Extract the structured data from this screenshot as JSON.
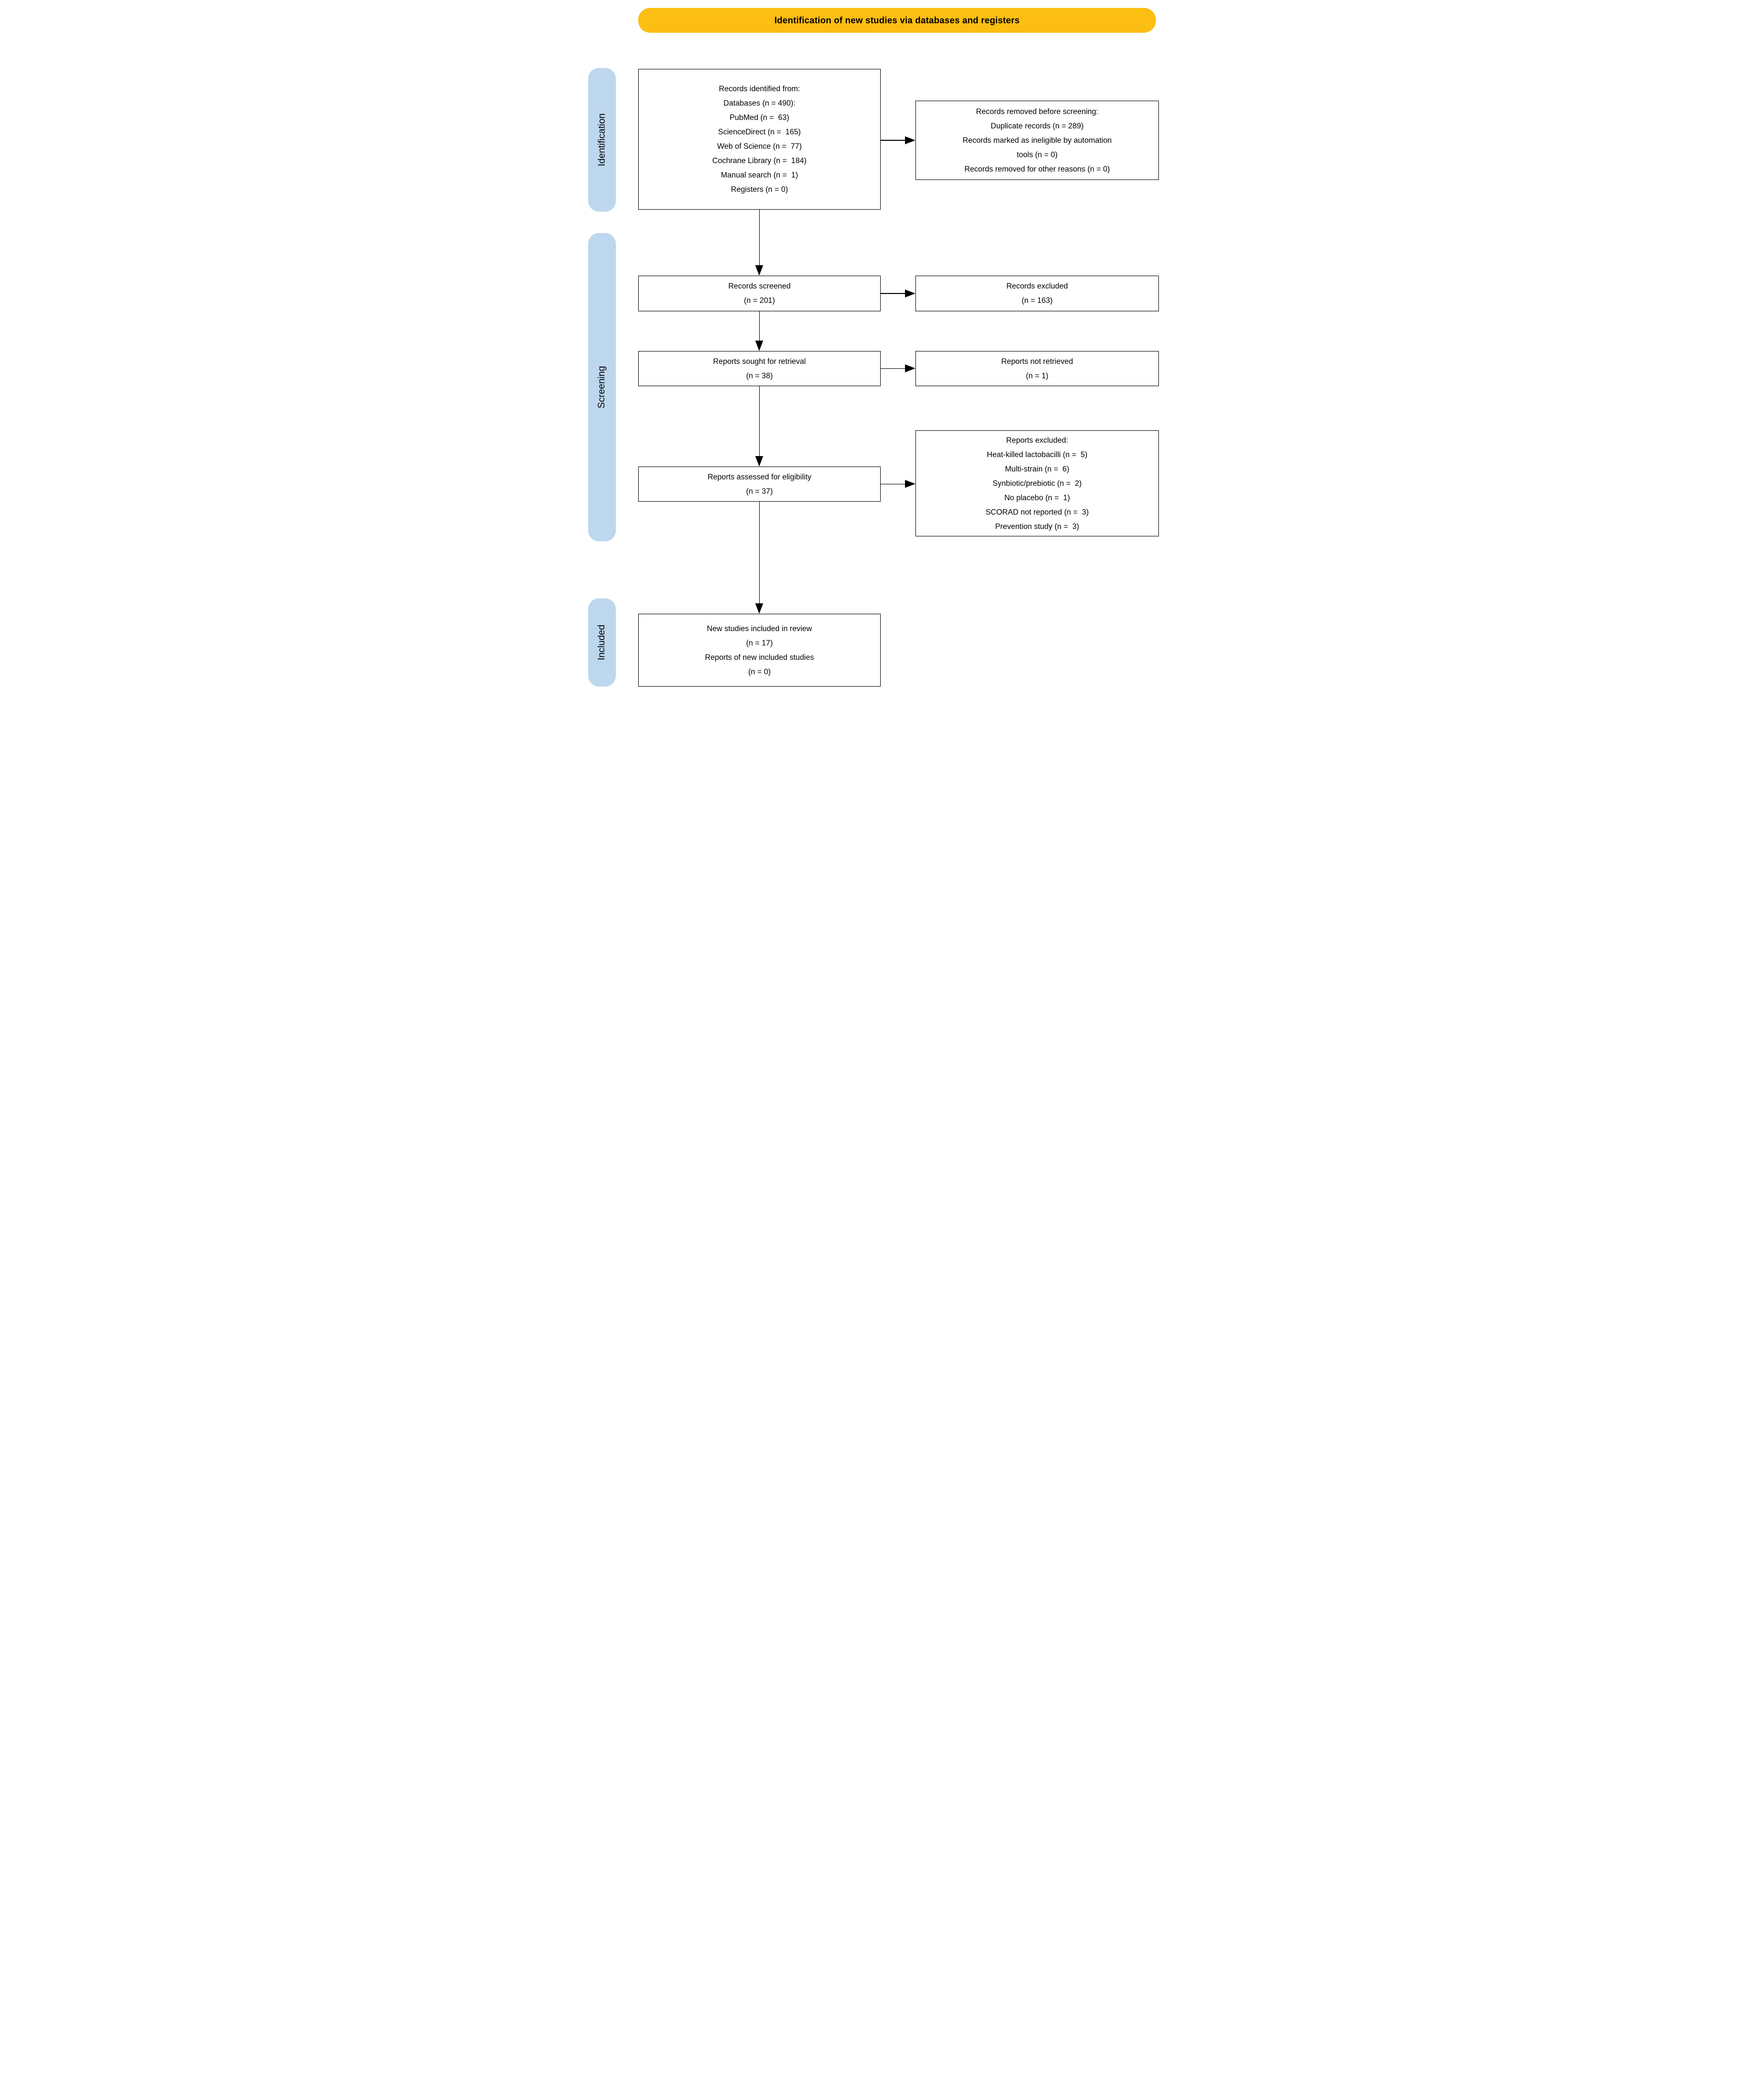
{
  "banner": {
    "label": "Identification of new studies via databases and registers",
    "bg": "#FCBE12"
  },
  "sidebar": {
    "bg": "#BDD7EE",
    "stages": [
      {
        "id": "identification",
        "label": "Identification"
      },
      {
        "id": "screening",
        "label": "Screening"
      },
      {
        "id": "included",
        "label": "Included"
      }
    ]
  },
  "flow": {
    "records_identified": {
      "lines": [
        "Records identified from:",
        "Databases (n = 490):",
        "PubMed (n =  63)",
        "ScienceDirect (n =  165)",
        "Web of Science (n =  77)",
        "Cochrane Library (n =  184)",
        "Manual search (n =  1)",
        "Registers (n = 0)"
      ]
    },
    "records_removed": {
      "lines": [
        "Records removed before screening:",
        "Duplicate records (n = 289)",
        "Records marked as ineligible by automation",
        "tools (n = 0)",
        "Records removed for other reasons (n = 0)"
      ]
    },
    "records_screened": {
      "lines": [
        "Records screened",
        "(n = 201)"
      ]
    },
    "records_excluded": {
      "lines": [
        "Records excluded",
        "(n = 163)"
      ]
    },
    "reports_sought": {
      "lines": [
        "Reports sought for retrieval",
        "(n = 38)"
      ]
    },
    "reports_not_retrieved": {
      "lines": [
        "Reports not retrieved",
        "(n = 1)"
      ]
    },
    "reports_assessed": {
      "lines": [
        "Reports assessed for eligibility",
        "(n = 37)"
      ]
    },
    "reports_excluded": {
      "lines": [
        "Reports excluded:",
        "Heat-killed lactobacilli (n =  5)",
        "Multi-strain (n =  6)",
        "Synbiotic/prebiotic (n =  2)",
        "No placebo (n =  1)",
        "SCORAD not reported (n =  3)",
        "Prevention study (n =  3)"
      ]
    },
    "new_studies_included": {
      "lines": [
        "New studies included in review",
        "(n = 17)",
        "Reports of new included studies",
        "(n = 0)"
      ]
    }
  },
  "colors": {
    "box_border": "#000000",
    "arrow": "#000000",
    "text": "#000000",
    "background": "#FFFFFF"
  }
}
